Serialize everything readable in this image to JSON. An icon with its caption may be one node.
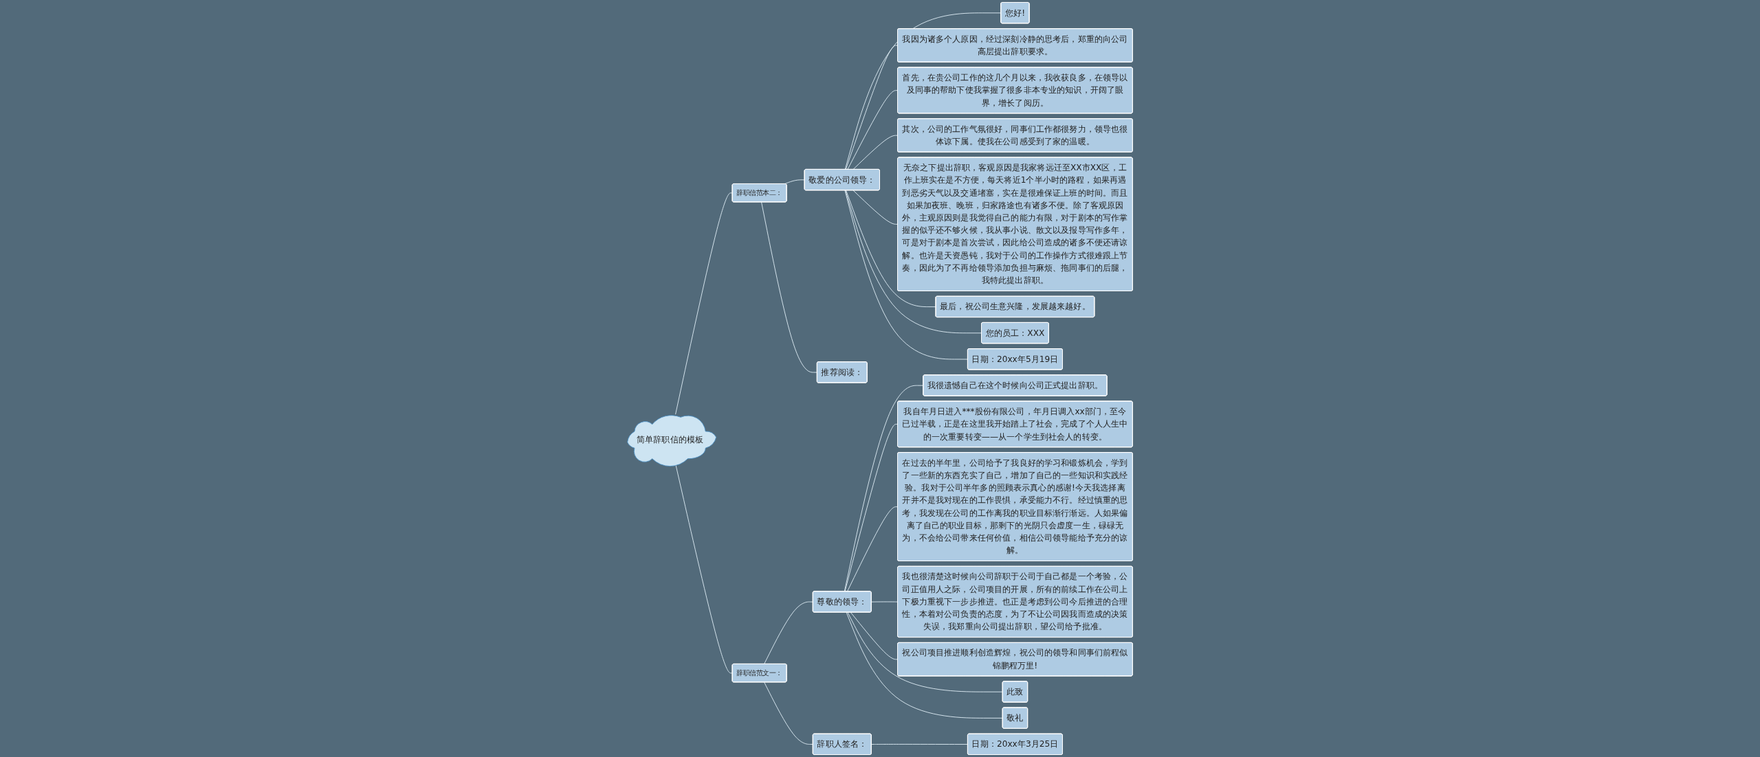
{
  "diagram": {
    "nodes": [
      {
        "text": [
          "简单辞职信的模板"
        ]
      },
      {
        "text": [
          "辞职信范本二："
        ]
      },
      {
        "text": [
          "敬爱的公司领导："
        ]
      },
      {
        "text": [
          "您好!"
        ]
      },
      {
        "text": [
          "我因为诸多个人原因，经过深刻冷静的思考后，郑重的向公司高层提出辞职要求。"
        ]
      },
      {
        "text": [
          "首先，在贵公司工作的这几个月以来，我收获良多，在领导以及同事的帮助下使我掌握了很多非本专业的知识，开阔了眼界，增长了阅历。"
        ]
      },
      {
        "text": [
          "其次，公司的工作气氛很好，同事们工作都很努力，领导也很体谅下属。使我在公司感受到了家的温暖。"
        ]
      },
      {
        "text": [
          "无奈之下提出辞职，客观原因是我家将远迁至XX市XX区，工作上班实在是不方便，每天将近1个半小时的路程，如果再遇到恶劣天气以及交通堵塞，实在是很难保证上班的时间。而且如果加夜班、晚班，归家路途也有诸多不便。除了客观原因外，主观原因则是我觉得自己的能力有限，对于剧本的写作掌握的似乎还不够火候，我从事小说、散文以及报导写作多年，可是对于剧本是首次尝试，因此给公司造成的诸多不便还请谅解。也许是天资愚钝，我对于公司的工作操作方式很难跟上节奏，因此为了不再给领导添加负担与麻烦、拖同事们的后腿，我特此提出辞职。"
        ]
      },
      {
        "text": [
          "最后，祝公司生意兴隆，发展越来越好。"
        ]
      },
      {
        "text": [
          "您的员工：XXX"
        ]
      },
      {
        "text": [
          "日期：20xx年5月19日"
        ]
      },
      {
        "text": [
          "推荐阅读："
        ]
      },
      {
        "text": [
          "辞职信范文一："
        ]
      },
      {
        "text": [
          "尊敬的领导："
        ]
      },
      {
        "text": [
          "我很遗憾自己在这个时候向公司正式提出辞职。"
        ]
      },
      {
        "text": [
          "我自年月日进入***股份有限公司，年月日调入xx部门，至今已过半载，正是在这里我开始踏上了社会，完成了个人人生中的一次重要转变——从一个学生到社会人的转变。"
        ]
      },
      {
        "text": [
          "在过去的半年里，公司给予了我良好的学习和锻炼机会，学到了一些新的东西充实了自己，增加了自己的一些知识和实践经验。我对于公司半年多的照顾表示真心的感谢!今天我选择离开并不是我对现在的工作畏惧，承受能力不行。经过慎重的思考，我发现在公司的工作离我的职业目标渐行渐远。人如果偏离了自己的职业目标，那剩下的光阴只会虚度一生，碌碌无为，不会给公司带来任何价值，相信公司领导能给予充分的谅解。"
        ]
      },
      {
        "text": [
          "我也很清楚这时候向公司辞职于公司于自己都是一个考验，公司正值用人之际，公司项目的开展，所有的前续工作在公司上下极力重视下一步步推进。也正是考虑到公司今后推进的合理性，本着对公司负责的态度，为了不让公司因我而造成的决策失误，我郑重向公司提出辞职，望公司给予批准。"
        ]
      },
      {
        "text": [
          "祝公司项目推进顺利创造辉煌，祝公司的领导和同事们前程似锦鹏程万里!"
        ]
      },
      {
        "text": [
          "此致"
        ]
      },
      {
        "text": [
          "敬礼"
        ]
      },
      {
        "text": [
          "辞职人签名："
        ]
      },
      {
        "text": [
          "日期：20xx年3月25日"
        ]
      }
    ],
    "edges": [
      {
        "from": 0,
        "to": 1,
        "arrow": "none"
      },
      {
        "from": 1,
        "to": 2,
        "arrow": "none"
      },
      {
        "from": 2,
        "to": 3,
        "arrow": "none"
      },
      {
        "from": 2,
        "to": 4,
        "arrow": "none"
      },
      {
        "from": 2,
        "to": 5,
        "arrow": "none"
      },
      {
        "from": 2,
        "to": 6,
        "arrow": "none"
      },
      {
        "from": 2,
        "to": 7,
        "arrow": "none"
      },
      {
        "from": 2,
        "to": 8,
        "arrow": "none"
      },
      {
        "from": 2,
        "to": 9,
        "arrow": "none"
      },
      {
        "from": 2,
        "to": 10,
        "arrow": "none"
      },
      {
        "from": 1,
        "to": 11,
        "arrow": "none"
      },
      {
        "from": 0,
        "to": 12,
        "arrow": "none"
      },
      {
        "from": 12,
        "to": 13,
        "arrow": "none"
      },
      {
        "from": 13,
        "to": 14,
        "arrow": "none"
      },
      {
        "from": 13,
        "to": 15,
        "arrow": "none"
      },
      {
        "from": 13,
        "to": 16,
        "arrow": "none"
      },
      {
        "from": 13,
        "to": 17,
        "arrow": "none"
      },
      {
        "from": 13,
        "to": 18,
        "arrow": "none"
      },
      {
        "from": 13,
        "to": 19,
        "arrow": "none"
      },
      {
        "from": 13,
        "to": 20,
        "arrow": "none"
      },
      {
        "from": 12,
        "to": 21,
        "arrow": "none"
      },
      {
        "from": 21,
        "to": 22,
        "arrow": "none"
      }
    ]
  }
}
